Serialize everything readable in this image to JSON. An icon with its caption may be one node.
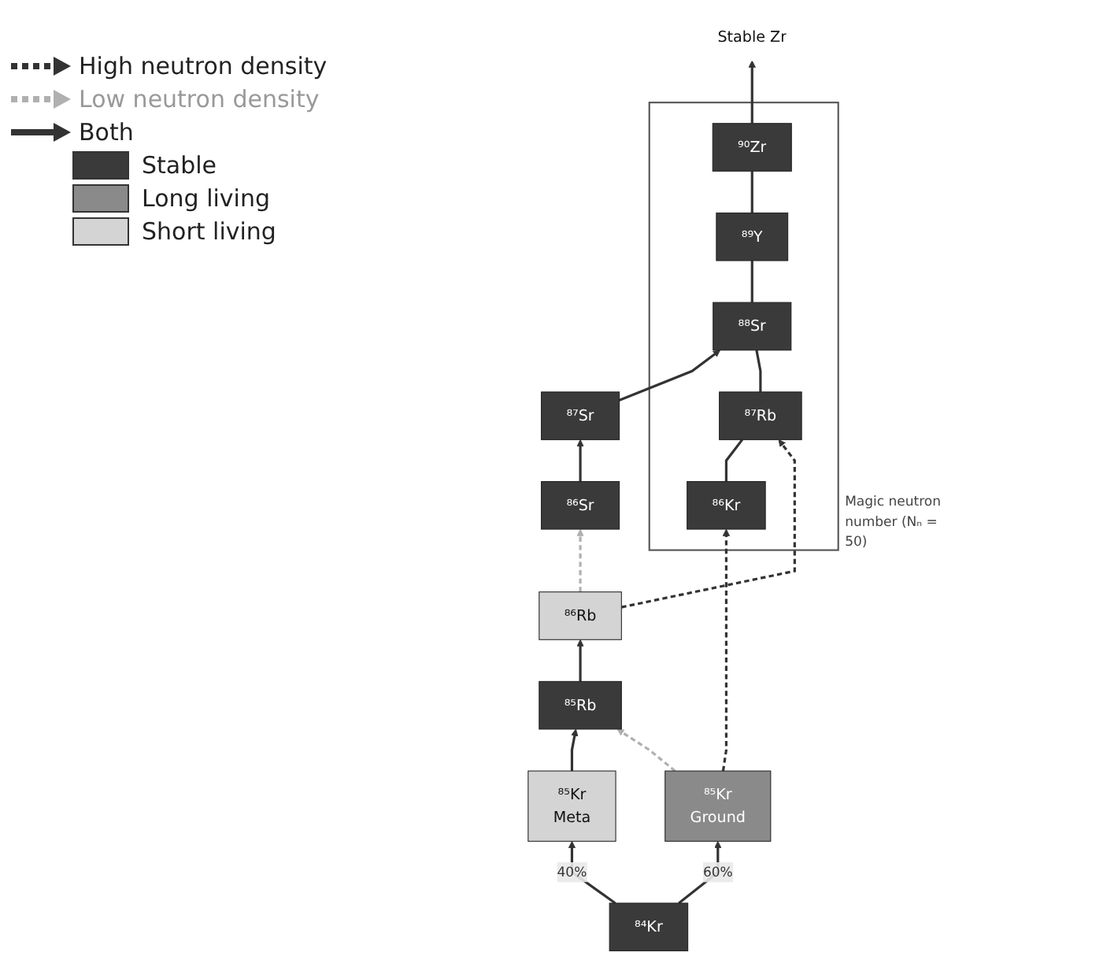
{
  "diagram": {
    "nodes": [
      {
        "text": [
          "Magic neutron number (Nₙ = 50)"
        ]
      },
      {
        "text": [
          "⁹⁰Zr"
        ],
        "in": 0
      },
      {
        "text": [
          "⁸⁹Y"
        ],
        "in": 0
      },
      {
        "text": [
          "⁸⁶Sr"
        ]
      },
      {
        "text": [
          "⁸⁷Sr"
        ]
      },
      {
        "text": [
          "⁸⁸Sr"
        ],
        "in": 0
      },
      {
        "text": [
          "⁸⁵Rb"
        ]
      },
      {
        "text": [
          "⁸⁶Rb"
        ]
      },
      {
        "text": [
          "⁸⁷Rb"
        ],
        "in": 0
      },
      {
        "text": [
          "⁸⁵Kr",
          "Meta"
        ]
      },
      {
        "text": [
          "⁸⁴Kr"
        ]
      },
      {
        "text": [
          "⁸⁶Kr"
        ],
        "in": 0
      },
      {
        "text": [
          "⁸⁵Kr",
          "Ground"
        ]
      },
      {
        "text": [
          "Stable Zr"
        ]
      }
    ],
    "edges": [
      {
        "from": 3,
        "to": 4,
        "arrow": "to"
      },
      {
        "from": 4,
        "to": 5,
        "arrow": "to"
      },
      {
        "from": 1,
        "to": 13,
        "arrow": "to"
      },
      {
        "from": 2,
        "to": 1,
        "arrow": "none"
      },
      {
        "from": 5,
        "to": 2,
        "arrow": "none"
      },
      {
        "from": 8,
        "to": 5,
        "arrow": "none"
      },
      {
        "from": 11,
        "to": 8,
        "arrow": "none"
      },
      {
        "from": 7,
        "to": 3,
        "arrow": "to",
        "style": "dashed",
        "color": "#b0b0b0"
      },
      {
        "from": 6,
        "to": 7,
        "arrow": "to"
      },
      {
        "from": 7,
        "to": 8,
        "arrow": "to",
        "style": "dashed"
      },
      {
        "from": 9,
        "to": 6,
        "arrow": "to"
      },
      {
        "from": 10,
        "to": 9,
        "arrow": "to",
        "label": "40%"
      },
      {
        "from": 10,
        "to": 12,
        "arrow": "to",
        "label": "60%"
      },
      {
        "from": 12,
        "to": 11,
        "arrow": "to",
        "style": "dashed"
      },
      {
        "from": 12,
        "to": 6,
        "arrow": "to",
        "style": "dashed",
        "color": "#b0b0b0"
      }
    ],
    "legend": [
      {
        "text": "High neutron density"
      },
      {
        "text": "Low neutron density"
      },
      {
        "text": "Both"
      },
      {
        "text": "Stable",
        "color": "#3a3a3a"
      },
      {
        "text": "Long living",
        "color": "#8a8a8a"
      },
      {
        "text": "Short living",
        "color": "#d4d4d4"
      }
    ]
  }
}
